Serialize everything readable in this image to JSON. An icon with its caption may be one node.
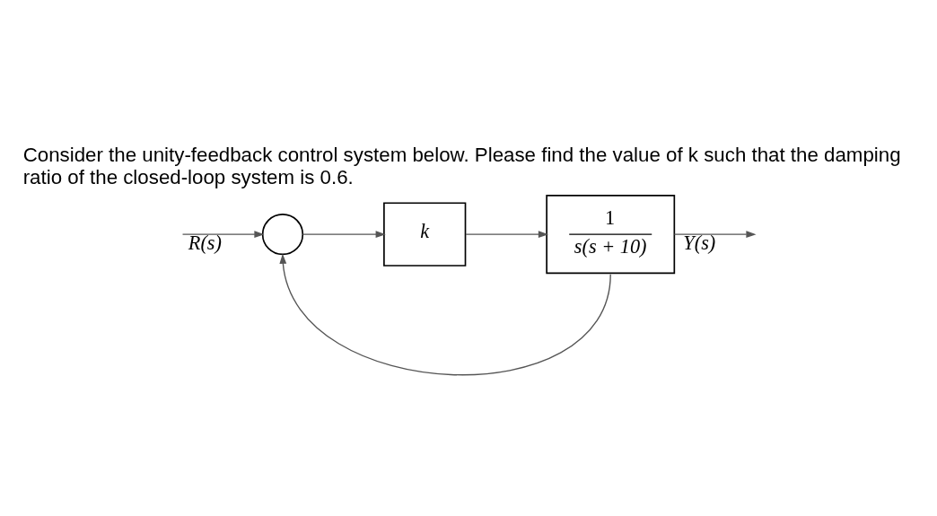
{
  "diagram": {
    "title": "Consider the unity-feedback control system below. Please find the value of k such that the damping ratio of the closed-loop system is 0.6.",
    "nodes": [
      {
        "text": [],
        "shape": "circle"
      },
      {
        "text": [
          "k"
        ]
      },
      {
        "text": [
          "1",
          "s(s + 10)"
        ]
      }
    ],
    "edges": [
      {
        "from": null,
        "to": 0,
        "arrow": "to",
        "label": "R(s)"
      },
      {
        "from": 0,
        "to": 1,
        "arrow": "to"
      },
      {
        "from": 1,
        "to": 2,
        "arrow": "to"
      },
      {
        "from": 2,
        "to": null,
        "arrow": "to",
        "label": "Y(s)"
      },
      {
        "from": 2,
        "to": 0,
        "arrow": "to"
      }
    ]
  }
}
